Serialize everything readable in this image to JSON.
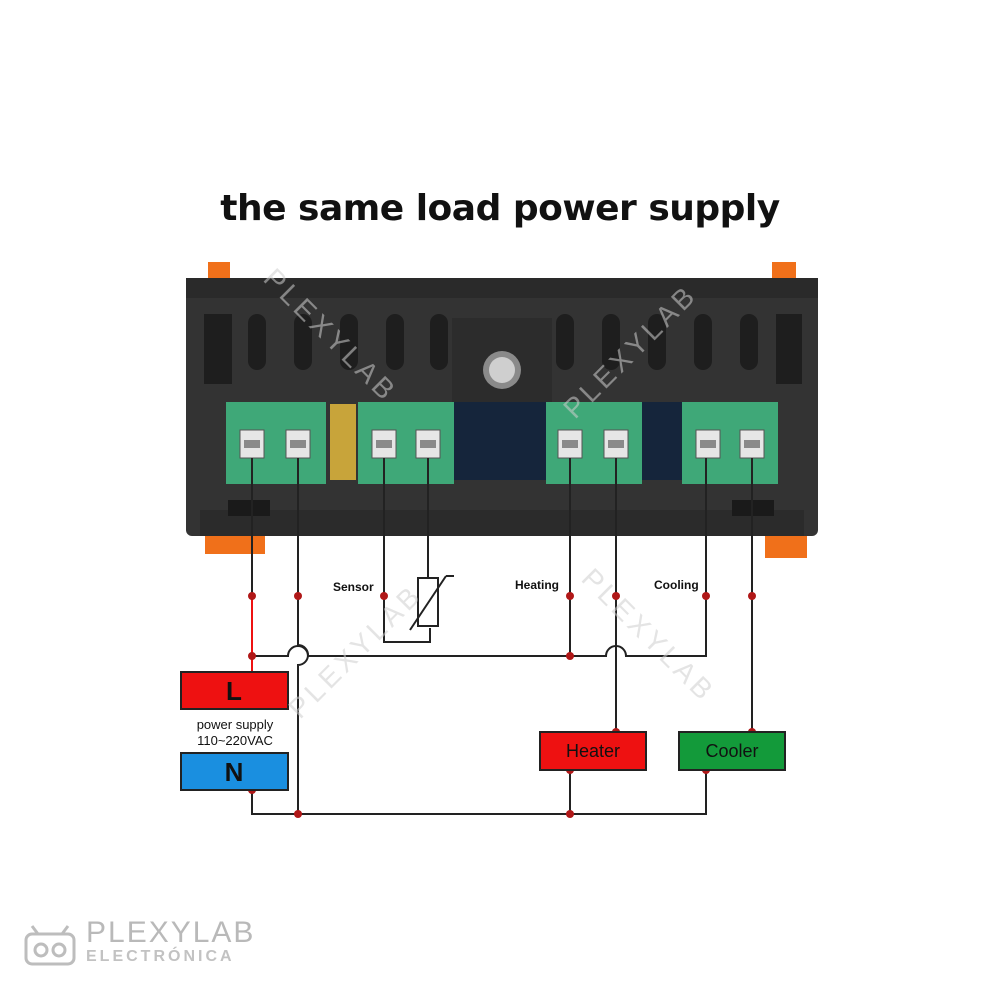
{
  "title": "the same load power supply",
  "labels": {
    "sensor": "Sensor",
    "heating": "Heating",
    "cooling": "Cooling",
    "power_supply_line1": "power supply",
    "power_supply_line2": "110~220VAC"
  },
  "boxes": {
    "live": "L",
    "neutral": "N",
    "heater": "Heater",
    "cooler": "Cooler"
  },
  "colors": {
    "live": "#ee1111",
    "neutral": "#1a8fe0",
    "heater": "#ee1111",
    "cooler": "#139a3a",
    "wire": "#222222",
    "junction": "#b01818",
    "terminal_block": "#3fa878",
    "housing": "#333333",
    "clip": "#f0701a"
  },
  "watermark": {
    "brand_main": "PLEXYLAB",
    "brand_sub": "ELECTRÓNICA",
    "diagonal": "PLEXYLAB"
  }
}
